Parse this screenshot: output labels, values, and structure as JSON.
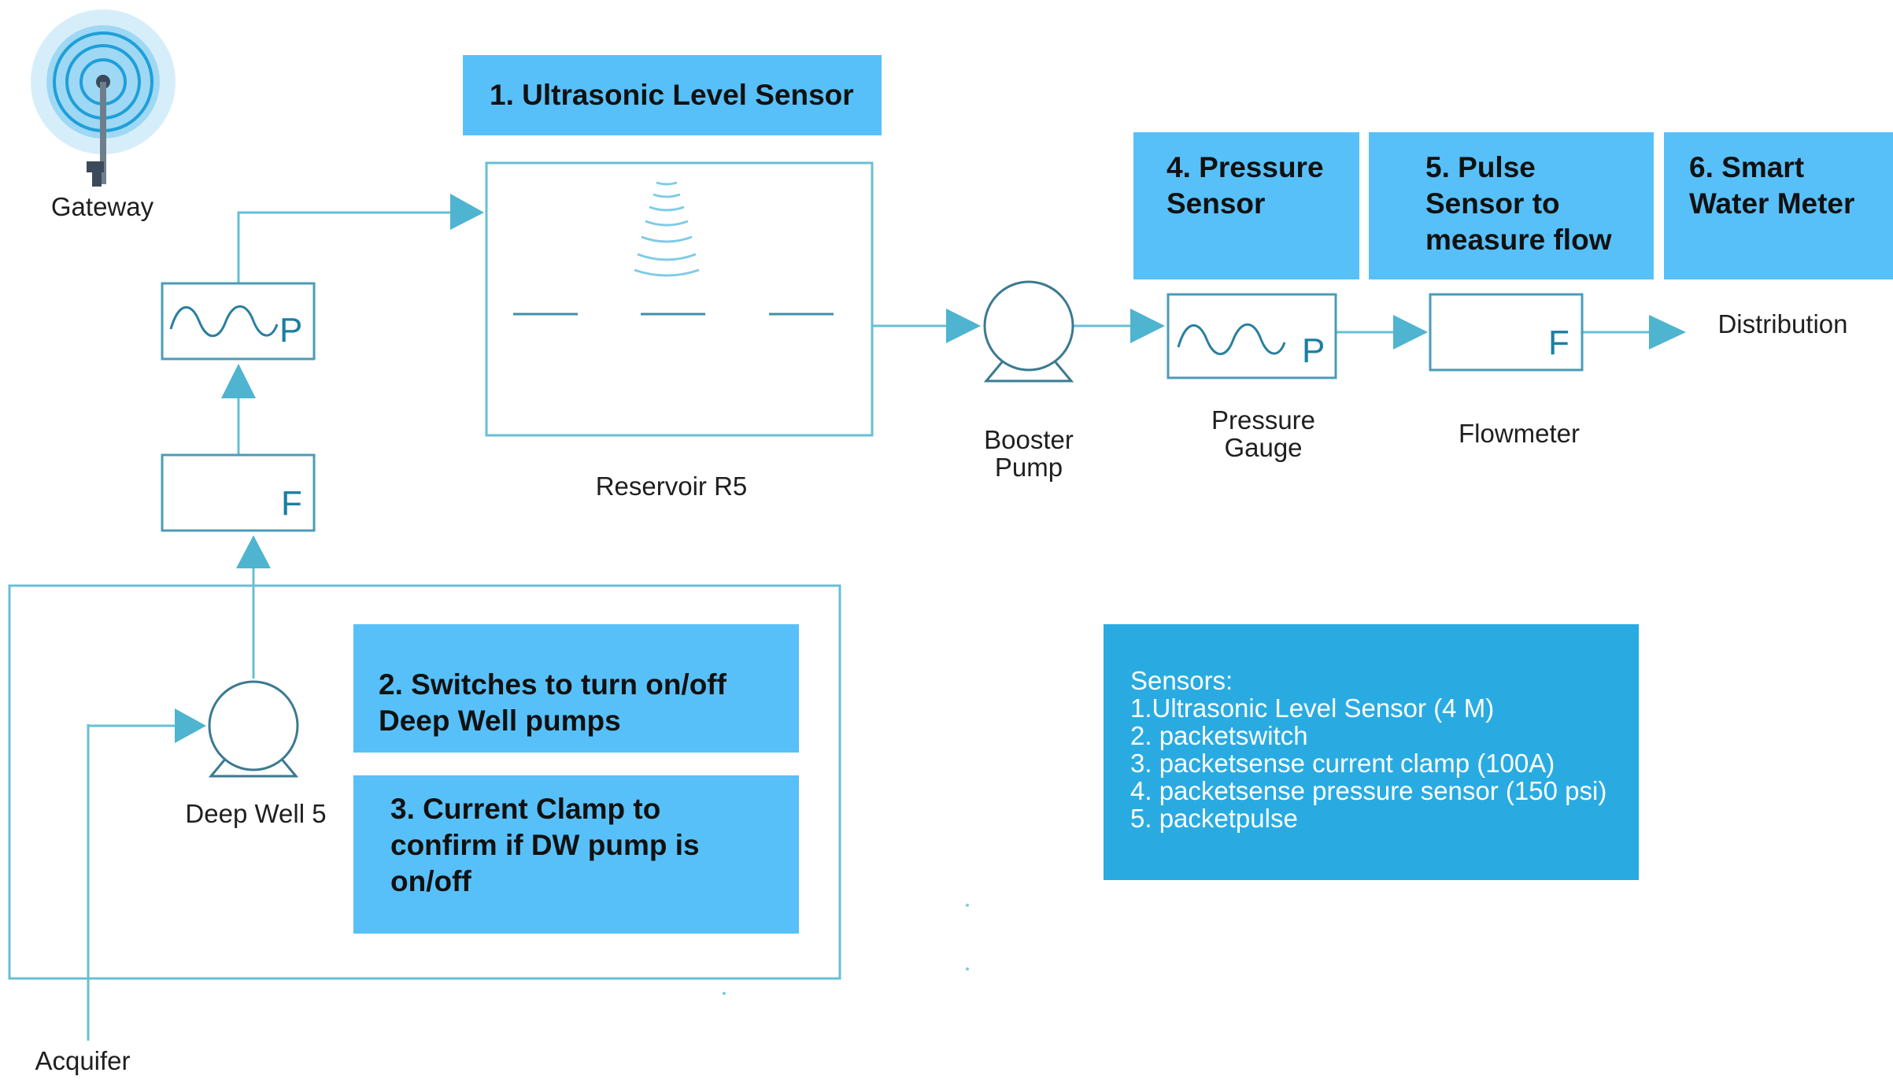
{
  "colors": {
    "line": "#67bfd6",
    "arrow": "#4eb4d0",
    "callout_bg": "#58c0f8",
    "legend_bg": "#29abe2",
    "instrument_text": "#1b7ea3"
  },
  "icons": [
    "gateway-antenna-icon",
    "pump-icon",
    "sound-wave-icon",
    "sine-wave-icon"
  ],
  "labels": {
    "gateway": "Gateway",
    "reservoir": "Reservoir R5",
    "booster_pump": "Booster\nPump",
    "pressure_gauge": "Pressure\nGauge",
    "flowmeter": "Flowmeter",
    "distribution": "Distribution",
    "deep_well": "Deep Well 5",
    "aquifer": "Acquifer"
  },
  "symbols": {
    "pressure": "P",
    "flow": "F"
  },
  "callouts": {
    "c1": "1. Ultrasonic Level Sensor",
    "c2": "2. Switches to turn on/off\nDeep Well pumps",
    "c3": "3. Current Clamp to\nconfirm if DW pump is\non/off",
    "c4": "4. Pressure\nSensor",
    "c5": "5. Pulse\nSensor to\nmeasure flow",
    "c6": "6. Smart\nWater Meter"
  },
  "legend": {
    "title": "Sensors:",
    "items": [
      "1.Ultrasonic Level Sensor (4 M)",
      "2. packetswitch",
      "3. packetsense current clamp (100A)",
      "4. packetsense pressure sensor (150 psi)",
      "5. packetpulse"
    ]
  }
}
